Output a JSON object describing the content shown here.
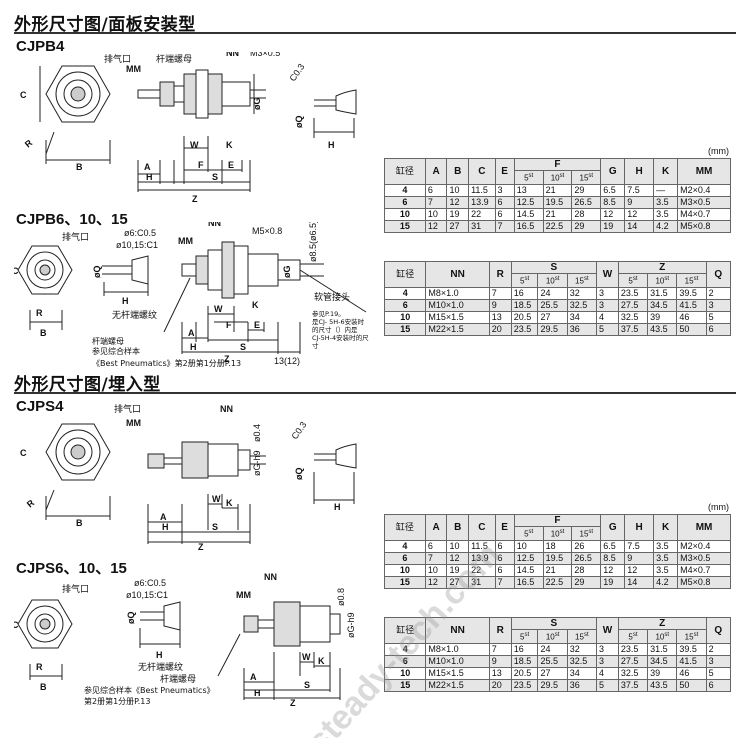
{
  "section1": {
    "title": "外形尺寸图/面板安装型"
  },
  "section2": {
    "title": "外形尺寸图/埋入型"
  },
  "unit_mm": "(mm)",
  "diagrams": {
    "cjpb4": {
      "model": "CJPB4",
      "labels": [
        "排气口",
        "杆端螺母",
        "MM",
        "NN",
        "M3×0.5",
        "C0.3",
        "C",
        "R",
        "B",
        "A",
        "W",
        "F",
        "E",
        "H",
        "S",
        "Z",
        "øG",
        "øQ",
        "K",
        "H"
      ]
    },
    "cjpb6": {
      "model": "CJPB6、10、15",
      "labels": [
        "排气口",
        "ø6:C0.5",
        "ø10,15:C1",
        "MM",
        "NN",
        "M5×0.8",
        "ø8.5(ø6.5)",
        "øQ",
        "H",
        "无杆端螺纹",
        "软管接头",
        "C",
        "R",
        "B",
        "A",
        "W",
        "F",
        "E",
        "H",
        "S",
        "Z",
        "K",
        "13(12)",
        "øG"
      ],
      "note_nut": "杆端螺母",
      "note_ref_1": "参见综合样本",
      "note_ref_2": "《Best Pneumatics》第2册第1分册P.13",
      "note_side": [
        "参见P.19。",
        "是CJ- 5H-6安装时",
        "的尺寸（）内是",
        "CJ-5H-4安装时的尺",
        "寸"
      ]
    },
    "cjps4": {
      "model": "CJPS4",
      "labels": [
        "排气口",
        "MM",
        "NN",
        "ø0.4",
        "C0.3",
        "øG-h9",
        "øQ",
        "C",
        "R",
        "B",
        "A",
        "H",
        "W",
        "K",
        "S",
        "Z",
        "H"
      ]
    },
    "cjps6": {
      "model": "CJPS6、10、15",
      "labels": [
        "排气口",
        "ø6:C0.5",
        "ø10,15:C1",
        "øQ",
        "H",
        "无杆端螺纹",
        "NN",
        "MM",
        "ø0.8",
        "øG-h9",
        "C",
        "R",
        "B",
        "杆端螺母",
        "A",
        "H",
        "W",
        "K",
        "S",
        "Z"
      ],
      "note_ref_1": "参见综合样本《Best Pneumatics》",
      "note_ref_2": "第2册第1分册P.13"
    }
  },
  "tables": {
    "pb1": {
      "headers": [
        "缸径",
        "A",
        "B",
        "C",
        "E",
        "F",
        "G",
        "H",
        "K",
        "MM"
      ],
      "sub_headers": [
        "5st",
        "10st",
        "15st"
      ],
      "rows": [
        [
          "4",
          "6",
          "10",
          "11.5",
          "3",
          "13",
          "21",
          "29",
          "6.5",
          "7.5",
          "—",
          "M2×0.4"
        ],
        [
          "6",
          "7",
          "12",
          "13.9",
          "6",
          "12.5",
          "19.5",
          "26.5",
          "8.5",
          "9",
          "3.5",
          "M3×0.5"
        ],
        [
          "10",
          "10",
          "19",
          "22",
          "6",
          "14.5",
          "21",
          "28",
          "12",
          "12",
          "3.5",
          "M4×0.7"
        ],
        [
          "15",
          "12",
          "27",
          "31",
          "7",
          "16.5",
          "22.5",
          "29",
          "19",
          "14",
          "4.2",
          "M5×0.8"
        ]
      ]
    },
    "pb2": {
      "headers": [
        "缸径",
        "NN",
        "R",
        "S",
        "W",
        "Z",
        "Q"
      ],
      "sub_headers": [
        "5st",
        "10st",
        "15st"
      ],
      "rows": [
        [
          "4",
          "M8×1.0",
          "7",
          "16",
          "24",
          "32",
          "3",
          "23.5",
          "31.5",
          "39.5",
          "2"
        ],
        [
          "6",
          "M10×1.0",
          "9",
          "18.5",
          "25.5",
          "32.5",
          "3",
          "27.5",
          "34.5",
          "41.5",
          "3"
        ],
        [
          "10",
          "M15×1.5",
          "13",
          "20.5",
          "27",
          "34",
          "4",
          "32.5",
          "39",
          "46",
          "5"
        ],
        [
          "15",
          "M22×1.5",
          "20",
          "23.5",
          "29.5",
          "36",
          "5",
          "37.5",
          "43.5",
          "50",
          "6"
        ]
      ]
    },
    "ps1": {
      "headers": [
        "缸径",
        "A",
        "B",
        "C",
        "E",
        "F",
        "G",
        "H",
        "K",
        "MM"
      ],
      "sub_headers": [
        "5st",
        "10st",
        "15st"
      ],
      "rows": [
        [
          "4",
          "6",
          "10",
          "11.5",
          "6",
          "10",
          "18",
          "26",
          "6.5",
          "7.5",
          "3.5",
          "M2×0.4"
        ],
        [
          "6",
          "7",
          "12",
          "13.9",
          "6",
          "12.5",
          "19.5",
          "26.5",
          "8.5",
          "9",
          "3.5",
          "M3×0.5"
        ],
        [
          "10",
          "10",
          "19",
          "22",
          "6",
          "14.5",
          "21",
          "28",
          "12",
          "12",
          "3.5",
          "M4×0.7"
        ],
        [
          "15",
          "12",
          "27",
          "31",
          "7",
          "16.5",
          "22.5",
          "29",
          "19",
          "14",
          "4.2",
          "M5×0.8"
        ]
      ]
    },
    "ps2": {
      "headers": [
        "缸径",
        "NN",
        "R",
        "S",
        "W",
        "Z",
        "Q"
      ],
      "sub_headers": [
        "5st",
        "10st",
        "15st"
      ],
      "rows": [
        [
          "4",
          "M8×1.0",
          "7",
          "16",
          "24",
          "32",
          "3",
          "23.5",
          "31.5",
          "39.5",
          "2"
        ],
        [
          "6",
          "M10×1.0",
          "9",
          "18.5",
          "25.5",
          "32.5",
          "3",
          "27.5",
          "34.5",
          "41.5",
          "3"
        ],
        [
          "10",
          "M15×1.5",
          "13",
          "20.5",
          "27",
          "34",
          "4",
          "32.5",
          "39",
          "46",
          "5"
        ],
        [
          "15",
          "M22×1.5",
          "20",
          "23.5",
          "29.5",
          "36",
          "5",
          "37.5",
          "43.5",
          "50",
          "6"
        ]
      ]
    }
  },
  "watermark": "steady-tech.com"
}
